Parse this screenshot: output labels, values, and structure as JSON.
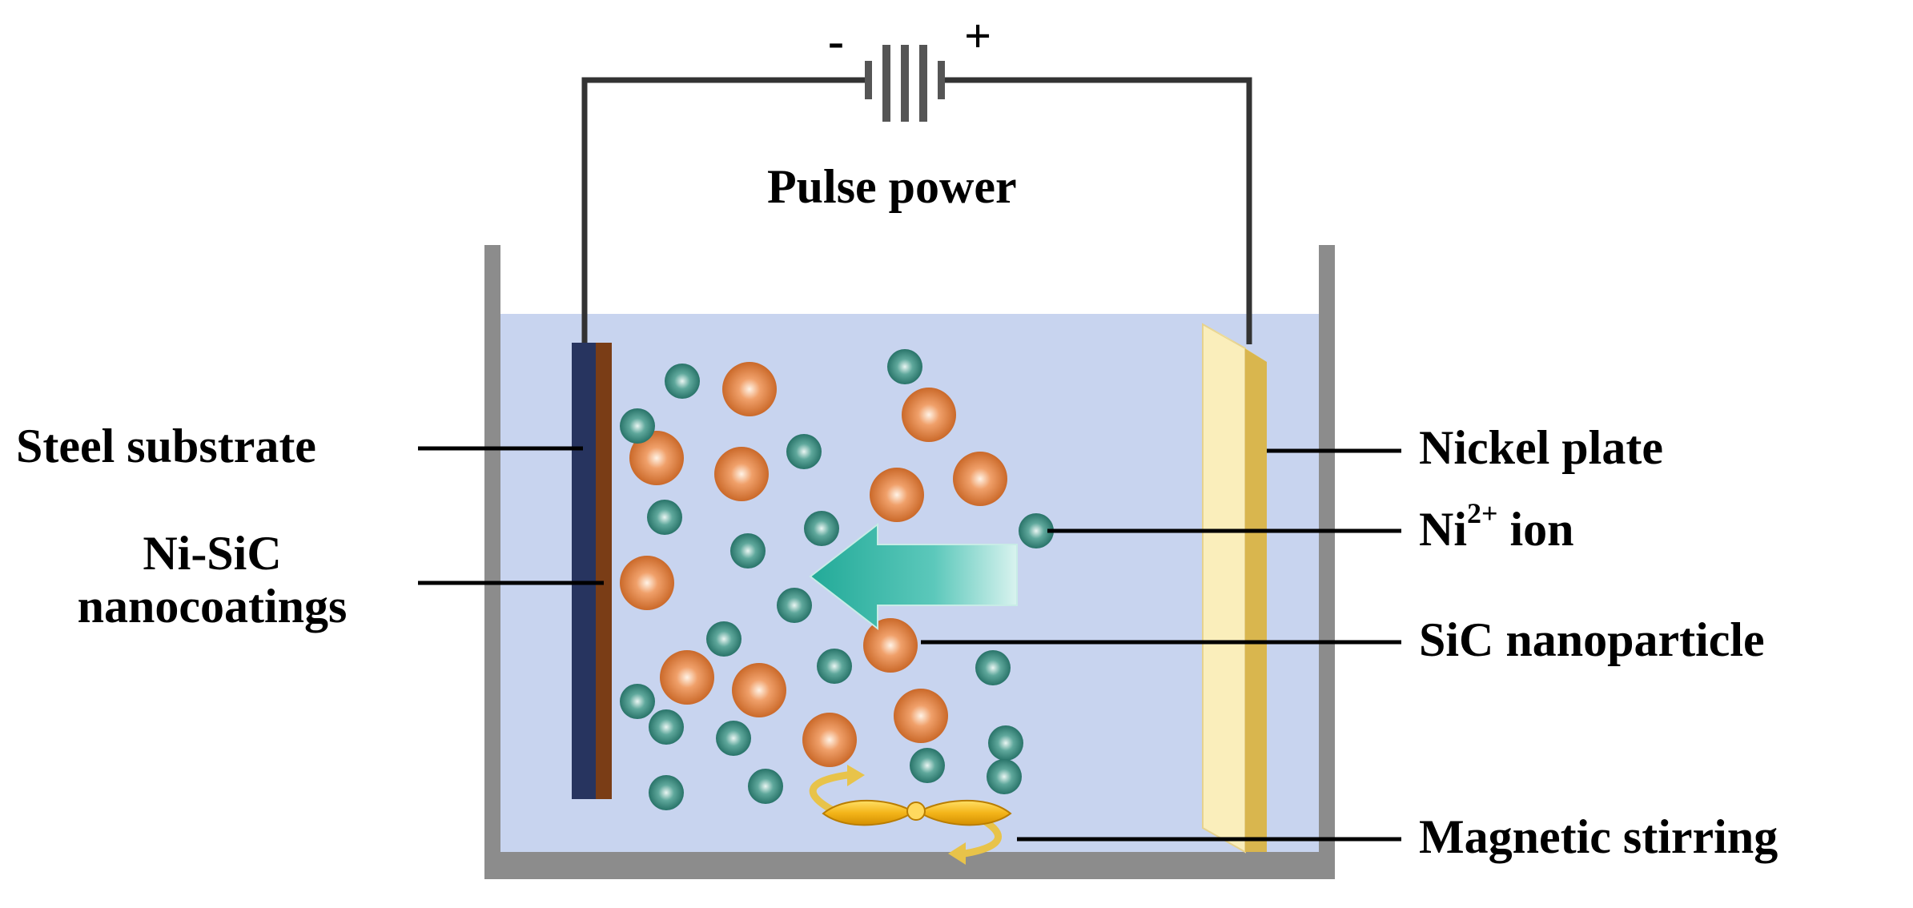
{
  "labels": {
    "power_title": "Pulse power",
    "minus": "-",
    "plus": "+",
    "steel_substrate": "Steel substrate",
    "coatings_line1": "Ni-SiC",
    "coatings_line2": "nanocoatings",
    "nickel_plate": "Nickel plate",
    "ni_ion_base": "Ni",
    "ni_ion_charge": "2+",
    "ni_ion_suffix": " ion",
    "sic_nanoparticle": "SiC nanoparticle",
    "magnetic_stirring": "Magnetic stirring"
  },
  "colors": {
    "solution": "#c8d4ef",
    "tank": "#8c8c8c",
    "wire": "#333333",
    "steel": "#27345f",
    "coating": "#7a3d16",
    "nickel_face": "#faeebb",
    "nickel_edge": "#d9b64e",
    "ni_ion": "#2f7d72",
    "sic_particle": "#d06a2c",
    "arrow": "#3fb9aa",
    "stirrer": "#f2b21a"
  }
}
